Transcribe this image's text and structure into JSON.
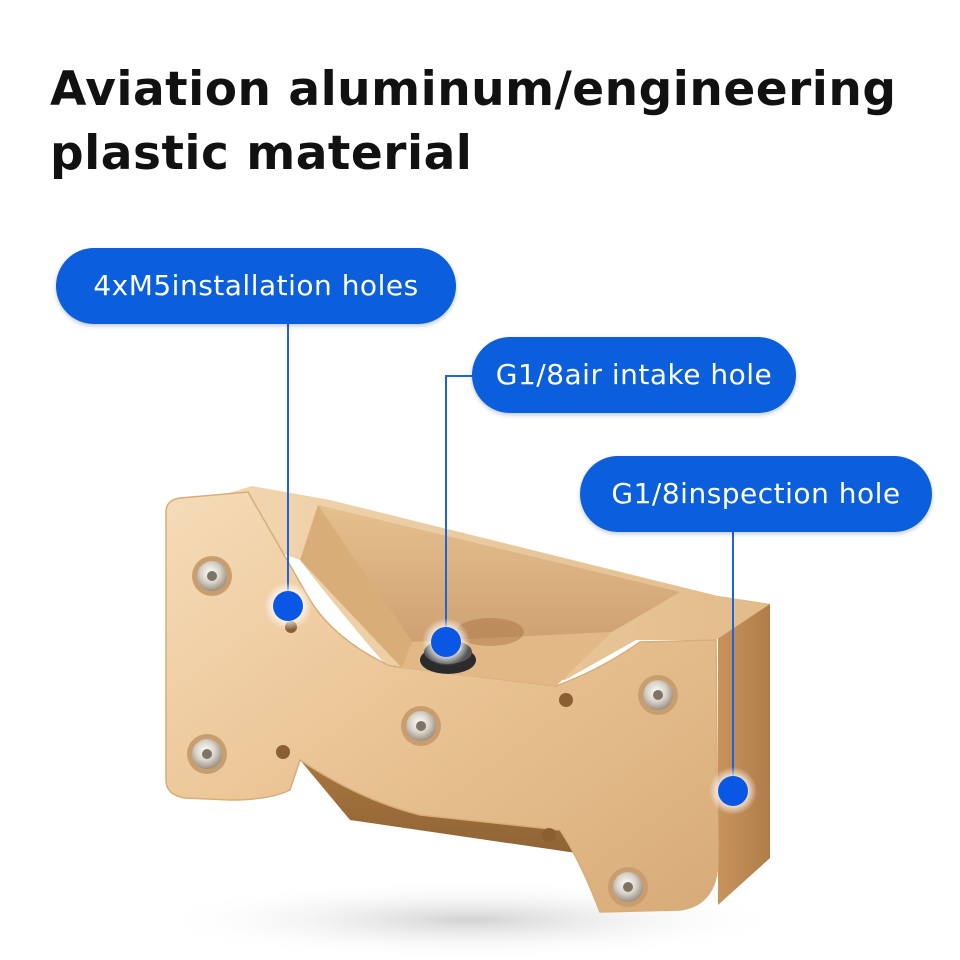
{
  "title": {
    "line1": "Aviation aluminum/engineering",
    "line2": "plastic material"
  },
  "callouts": [
    {
      "label": "4xM5installation holes"
    },
    {
      "label": "G1/8air intake hole"
    },
    {
      "label": "G1/8inspection hole"
    }
  ],
  "colors": {
    "accent": "#0b5fdc",
    "marker": "#0a57e6",
    "brass": "#e9c79a",
    "title": "#111111"
  }
}
